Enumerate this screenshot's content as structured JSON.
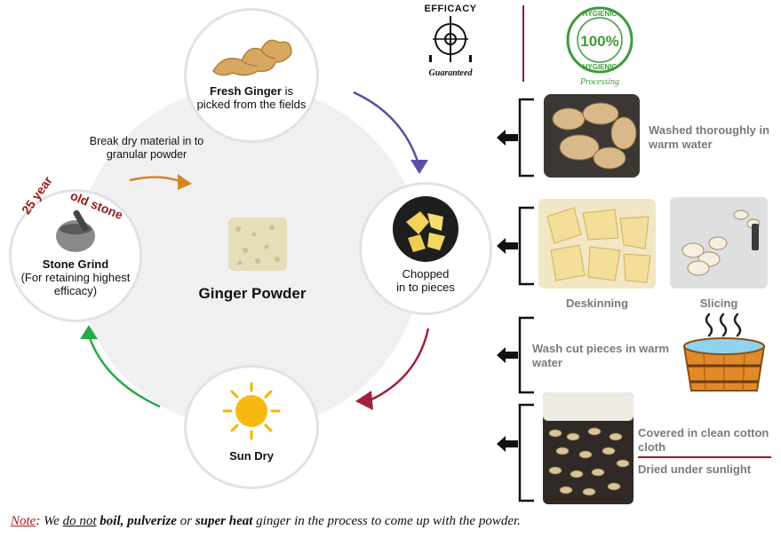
{
  "center": {
    "title": "Ginger Powder"
  },
  "nodes": {
    "fresh": {
      "bold": "Fresh Ginger",
      "rest": " is picked from the fields"
    },
    "chopped": {
      "line1": "Chopped",
      "line2": "in to pieces"
    },
    "sundry": {
      "bold": "Sun Dry"
    },
    "grind": {
      "badge_left": "25 year",
      "badge_right": "old stone",
      "bold": "Stone Grind",
      "rest": "(For retaining highest efficacy)"
    }
  },
  "break_label": "Break dry material in to granular powder",
  "badges": {
    "efficacy": {
      "top": "EFFICACY",
      "bottom": "Guaranteed"
    },
    "hygienic": {
      "ring_top": "HYGIENIC",
      "center": "100%",
      "ring_bottom": "HYGIENIC",
      "caption": "Processing"
    }
  },
  "steps": {
    "washed": "Washed thoroughly in warm water",
    "deskinning": "Deskinning",
    "slicing": "Slicing",
    "wash_cut": "Wash cut pieces in warm water",
    "covered": "Covered in clean cotton cloth",
    "dried": "Dried under sunlight"
  },
  "note": {
    "label": "Note",
    "p1": ": We ",
    "p2": "do not",
    "p3": " ",
    "p4": "boil, pulverize",
    "p5": " or ",
    "p6": "super heat",
    "p7": " ginger in the process to come up with the powder."
  },
  "colors": {
    "ring": "#f0f0f2",
    "arrow_blue": "#5b4ea6",
    "arrow_red": "#a3203c",
    "arrow_green": "#2aa84a",
    "arrow_orange": "#d4872a",
    "badge_red": "#9a1a1a",
    "hygienic_green": "#3d9a3a"
  }
}
